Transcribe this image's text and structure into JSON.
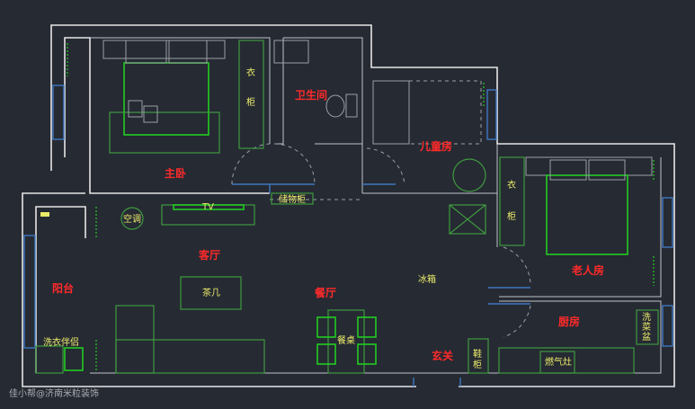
{
  "rooms": {
    "master_bedroom": "主卧",
    "bathroom": "卫生间",
    "kids_room": "儿童房",
    "elder_room": "老人房",
    "living_room": "客厅",
    "balcony": "阳台",
    "dining_room": "餐厅",
    "kitchen": "厨房",
    "entrance": "玄关"
  },
  "furniture": {
    "wardrobe_master": [
      "衣",
      "柜"
    ],
    "wardrobe_elder": [
      "衣",
      "柜"
    ],
    "storage_cabinet": "储物柜",
    "tv": "TV",
    "air_conditioner": "空调",
    "coffee_table": "茶几",
    "dining_table": "餐桌",
    "fridge": "冰箱",
    "washer": "洗衣伴侣",
    "shoe_cabinet": [
      "鞋",
      "柜"
    ],
    "stove": "燃气灶",
    "sink": [
      "洗",
      "菜",
      "盆"
    ]
  },
  "watermark": "佳小帮@济南米粒装饰",
  "colors": {
    "background": "#262a33",
    "wall": "#e6e6e6",
    "window": "#3d78c0",
    "furniture": "#3f9a3f",
    "room_label": "#ff2a2a",
    "furniture_label": "#ecec6a"
  }
}
